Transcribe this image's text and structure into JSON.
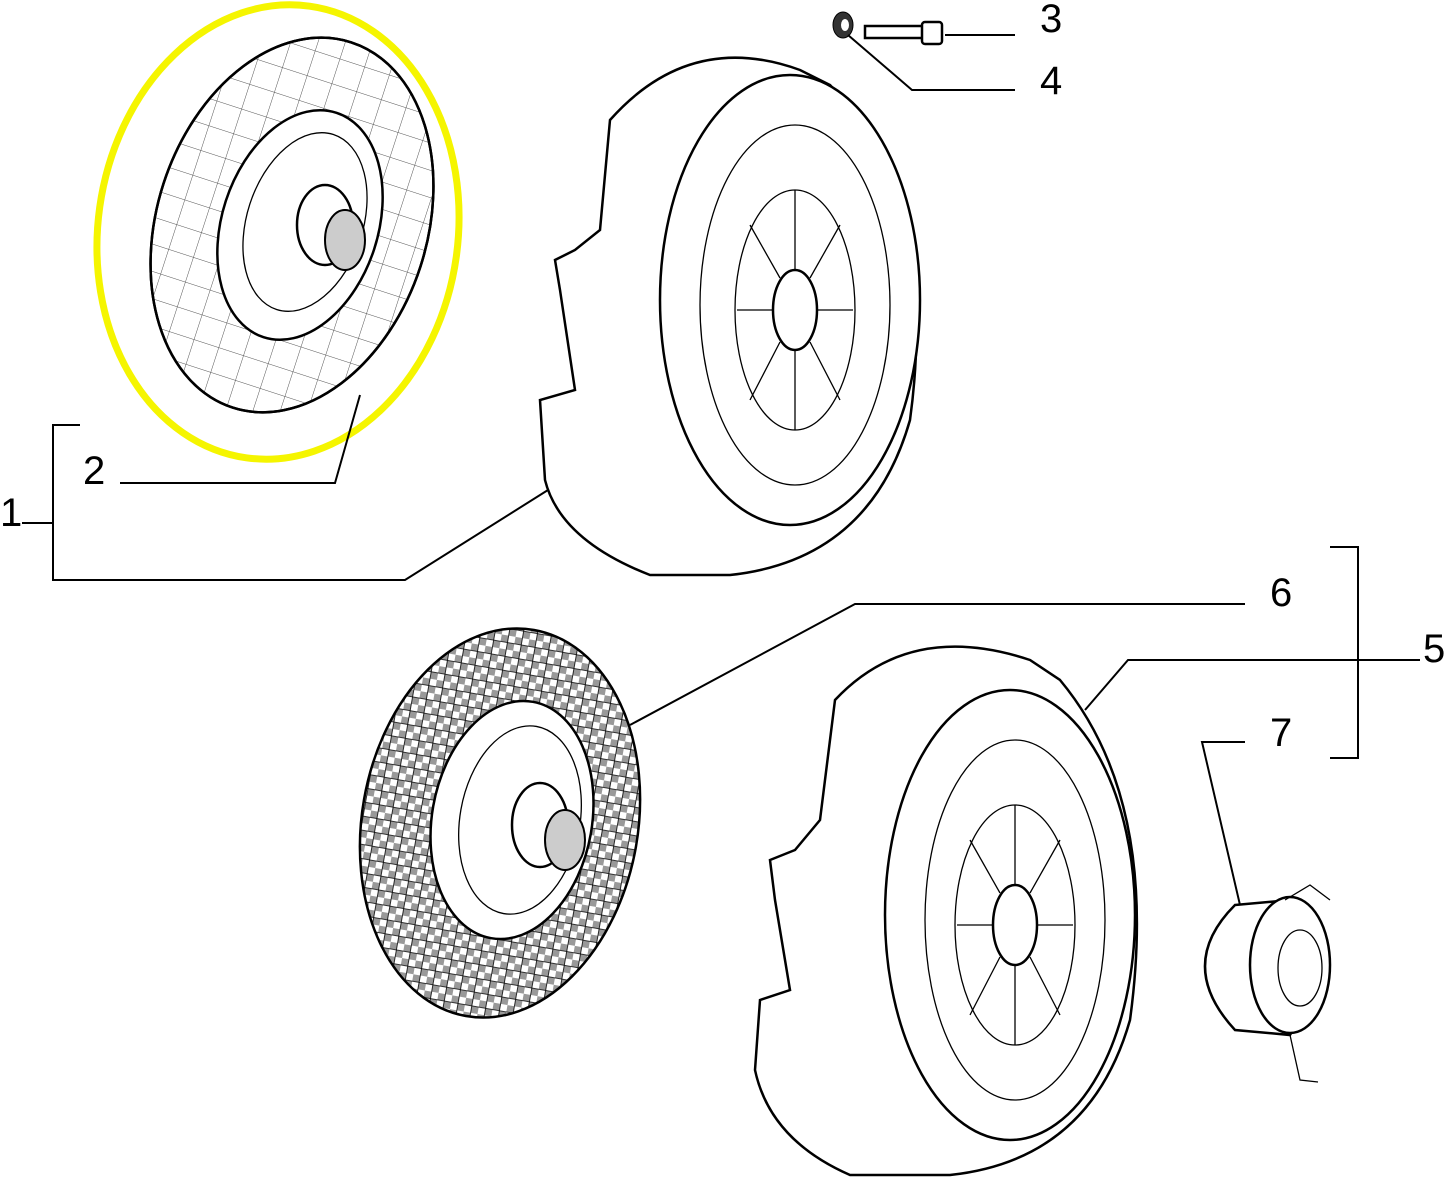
{
  "diagram": {
    "type": "exploded parts diagram",
    "highlight_color": "#f5f500",
    "callouts": [
      {
        "id": "1",
        "label": "1"
      },
      {
        "id": "2",
        "label": "2"
      },
      {
        "id": "3",
        "label": "3"
      },
      {
        "id": "4",
        "label": "4"
      },
      {
        "id": "5",
        "label": "5"
      },
      {
        "id": "6",
        "label": "6"
      },
      {
        "id": "7",
        "label": "7"
      }
    ]
  }
}
